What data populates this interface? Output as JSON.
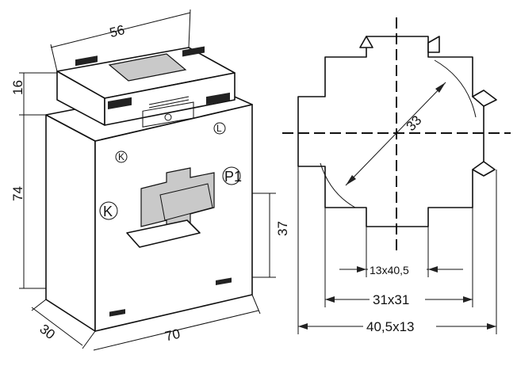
{
  "drawing": {
    "iso_dims": {
      "top_width": "56",
      "height_top": "16",
      "height_body": "74",
      "window_height": "37",
      "depth": "30",
      "width": "70"
    },
    "markings": {
      "k_small": "K",
      "l_small": "L",
      "k_large": "K",
      "p1": "P1"
    },
    "front_dims": {
      "diagonal": "33",
      "bar_small": "13x40,5",
      "square": "31x31",
      "bar_large": "40,5x13"
    }
  }
}
